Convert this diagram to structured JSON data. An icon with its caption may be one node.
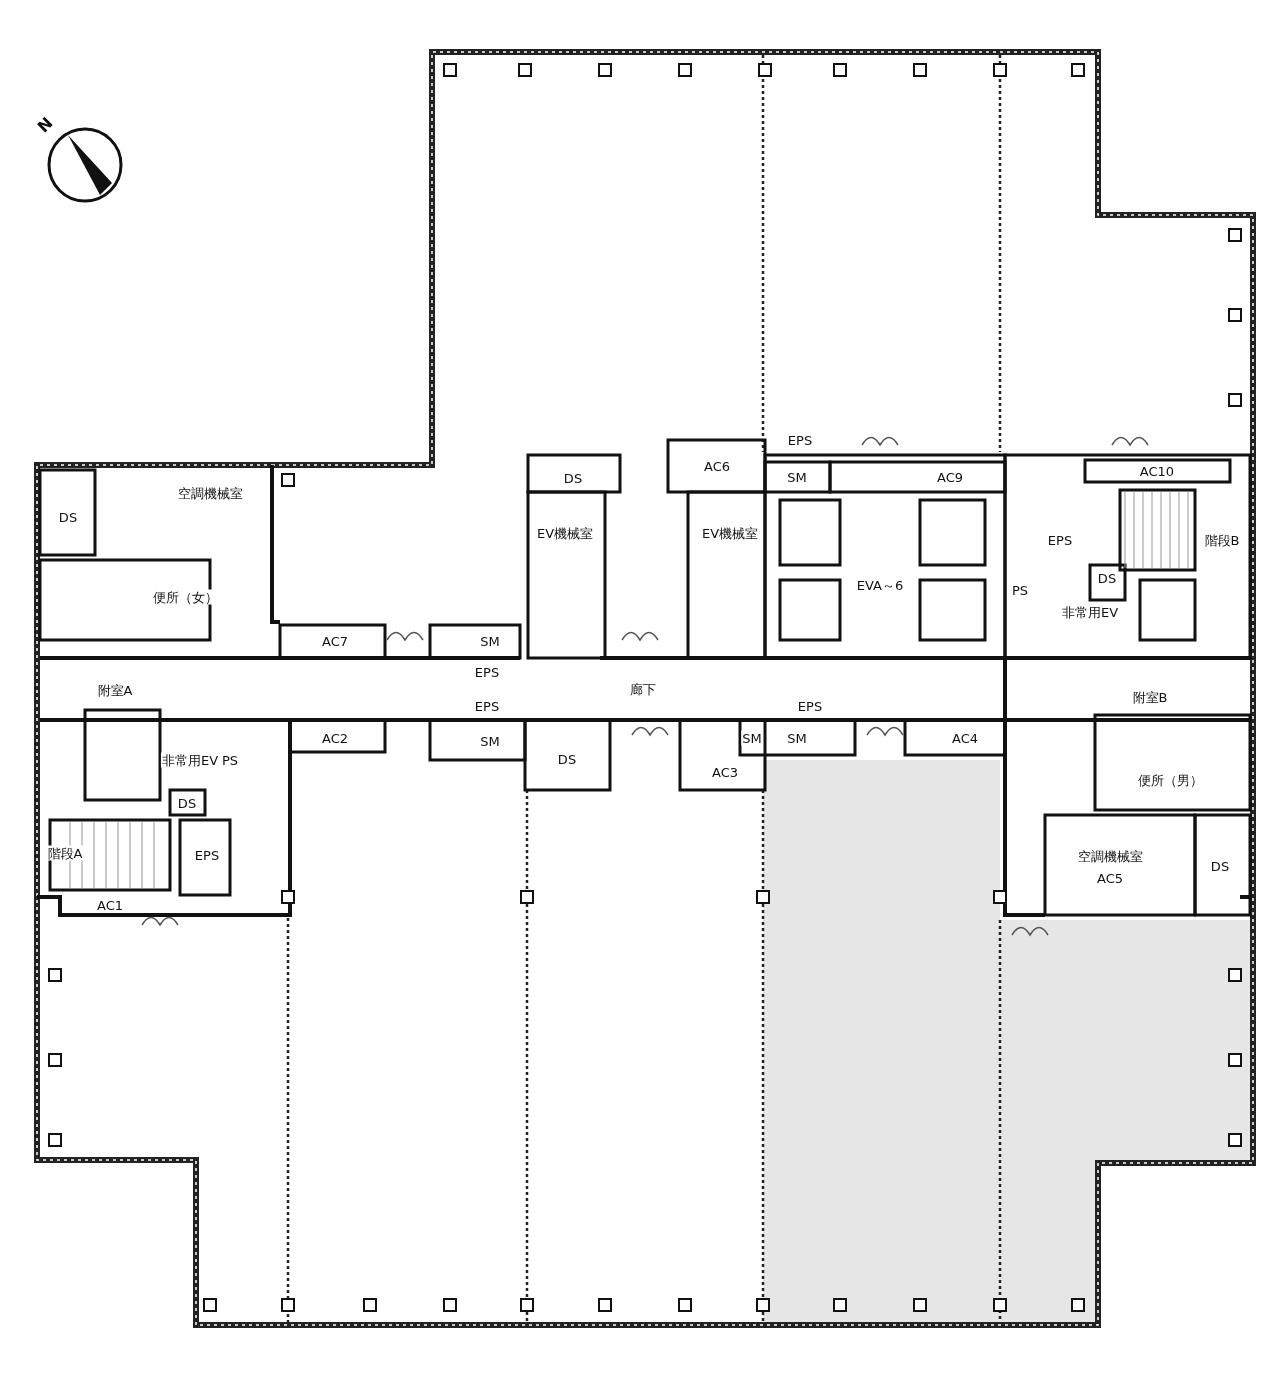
{
  "diagram": {
    "labels": [
      "N",
      "EPS",
      "DS",
      "空調機械室",
      "DS",
      "AC6",
      "SM",
      "AC9",
      "AC10",
      "EV機械室",
      "EV機械室",
      "EPS",
      "階段B",
      "便所（女）",
      "EVA～6",
      "DS",
      "PS",
      "非常用EV",
      "AC7",
      "SM",
      "EPS",
      "附室A",
      "廊下",
      "附室B",
      "EPS",
      "EPS",
      "AC2",
      "SM",
      "SM",
      "SM",
      "AC4",
      "非常用EV",
      "PS",
      "DS",
      "AC3",
      "便所（男）",
      "DS",
      "EPS",
      "階段A",
      "空調機械室",
      "DS",
      "AC5",
      "AC1"
    ]
  }
}
